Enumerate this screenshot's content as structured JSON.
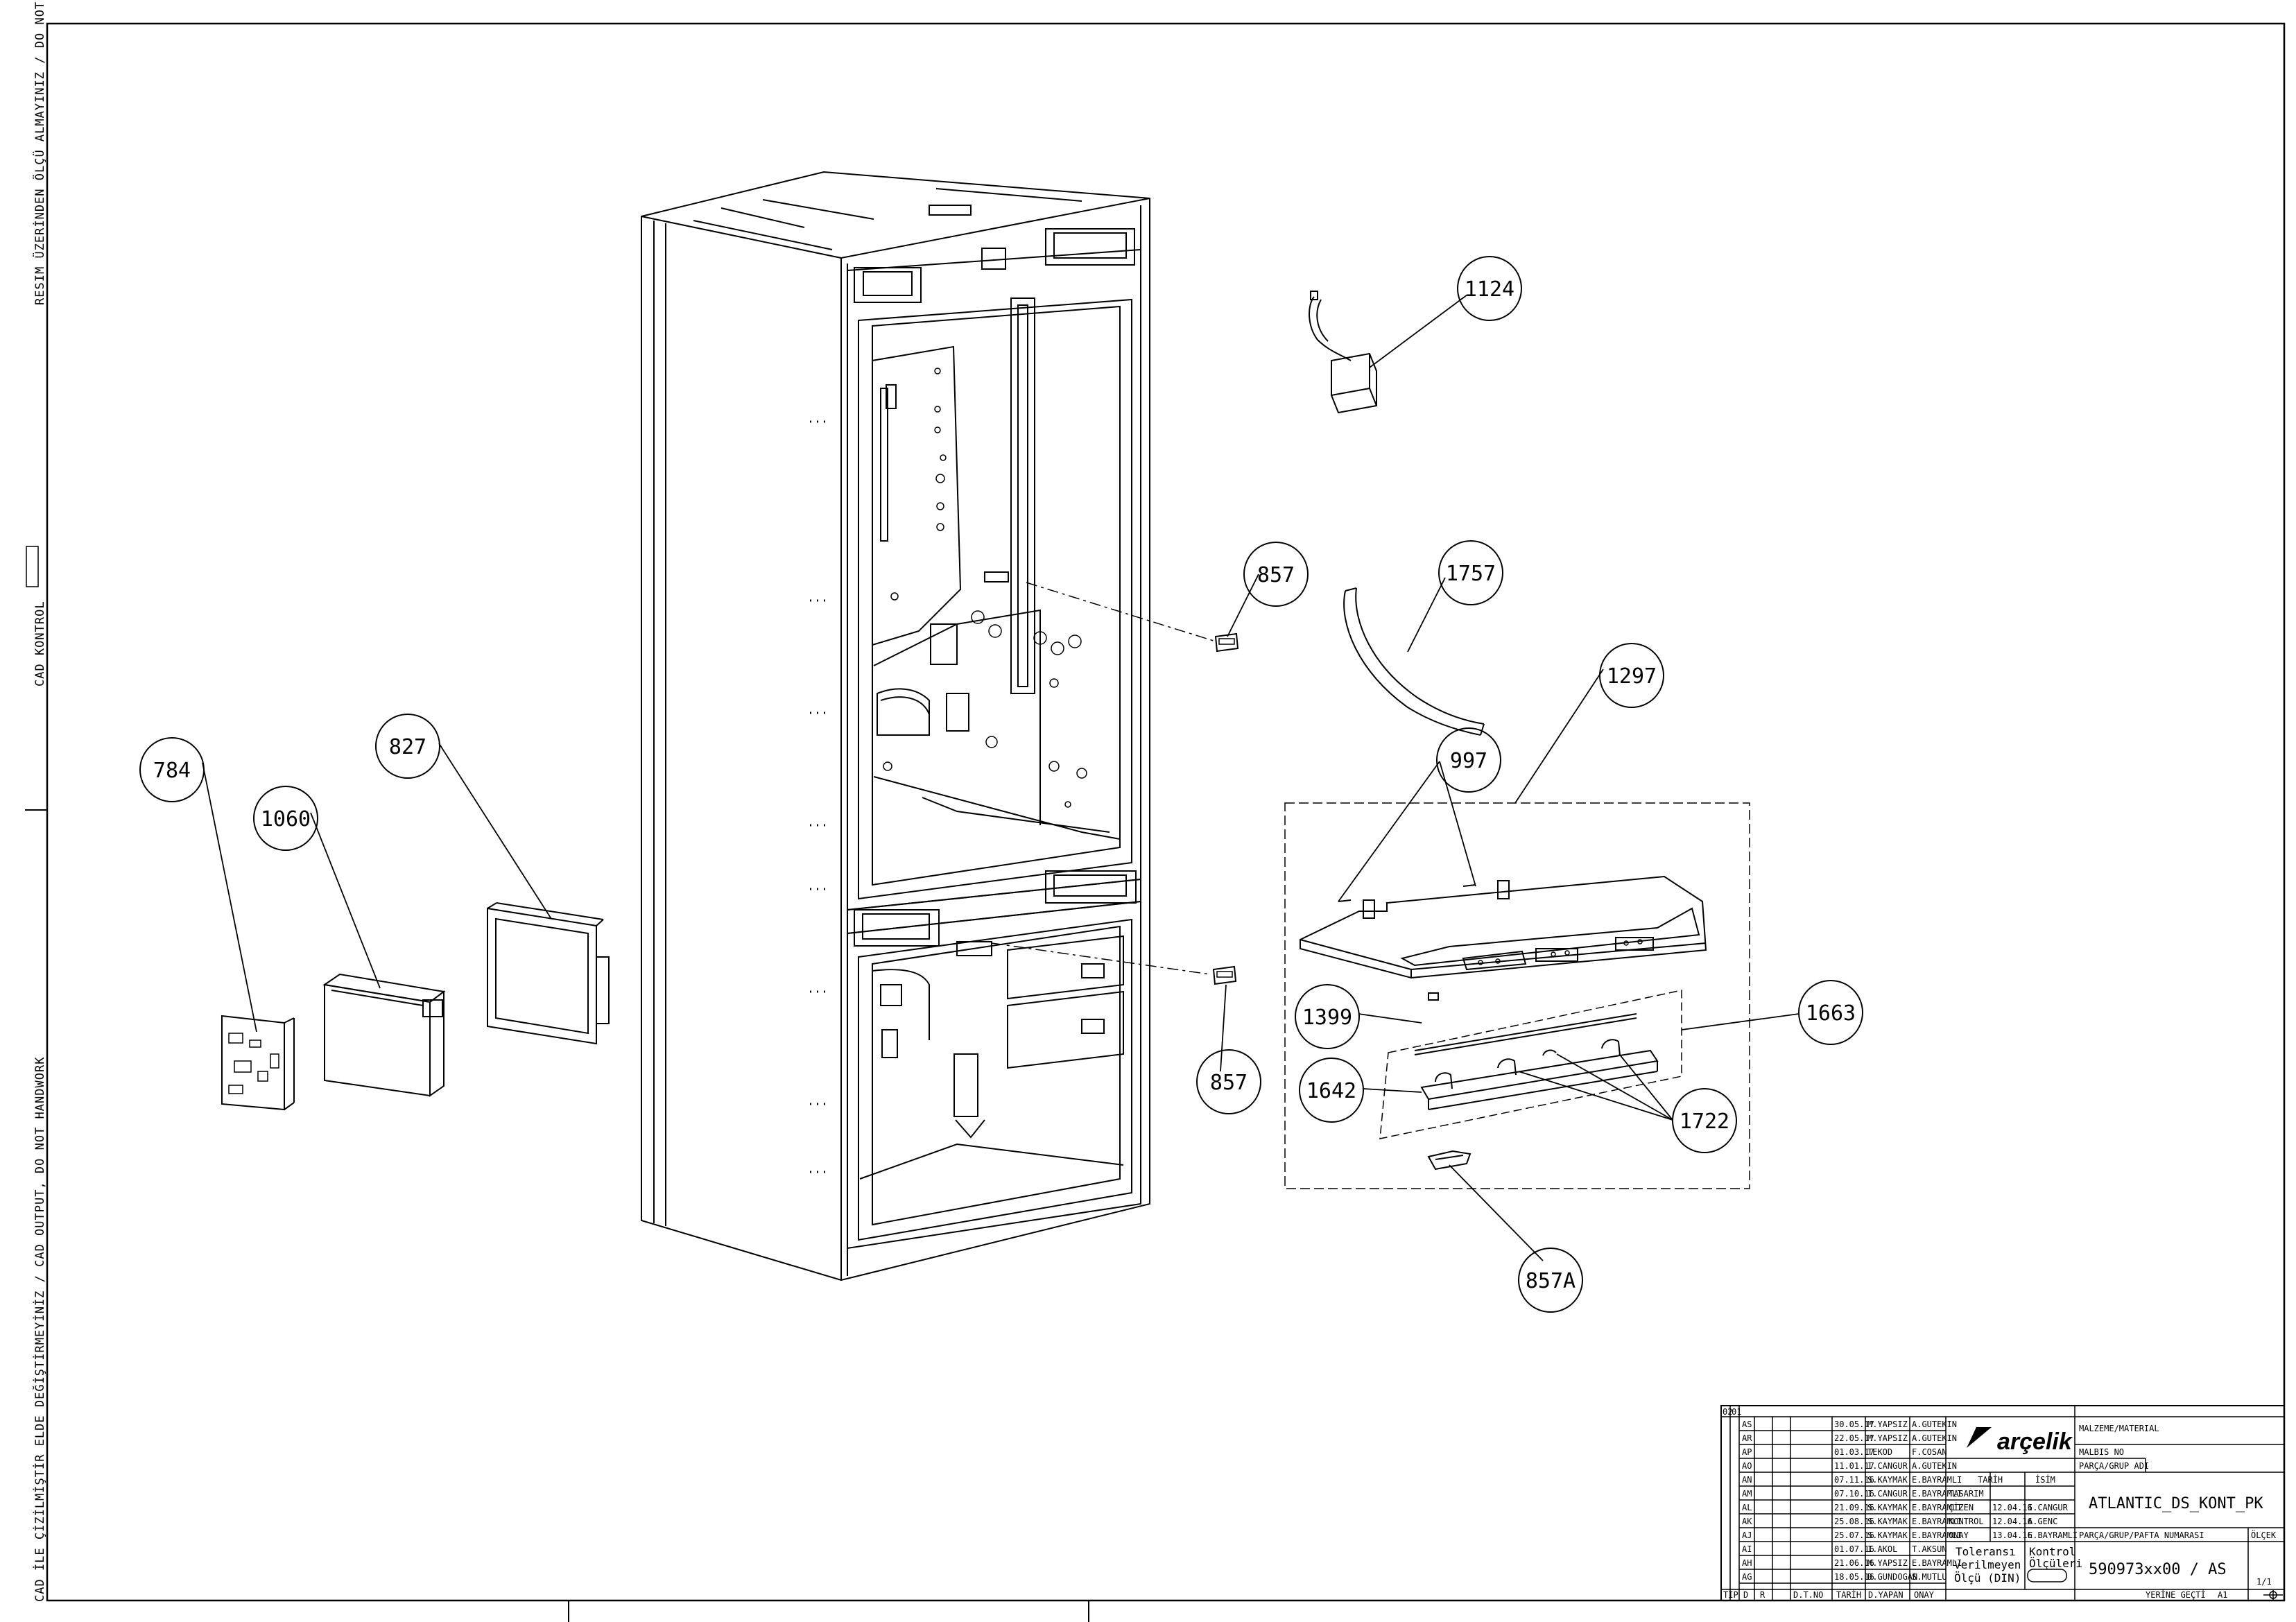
{
  "side_notes": {
    "top": "RESIM ÜZERİNDEN ÖLÇÜ ALMAYINIZ / DO NOT SCALE",
    "middle": "CAD KONTROL",
    "bottom": "CAD İLE ÇİZİLMİŞTİR ELDE DEĞİŞTİRMEYİNİZ / CAD OUTPUT, DO NOT HANDWORK"
  },
  "callouts": {
    "c784": "784",
    "c1060": "1060",
    "c827": "827",
    "c1124": "1124",
    "c857a": "857",
    "c857b": "857",
    "c1757": "1757",
    "c1297": "1297",
    "c997": "997",
    "c1399": "1399",
    "c1663": "1663",
    "c1642": "1642",
    "c1722": "1722",
    "c857A": "857A"
  },
  "title_block": {
    "corner": [
      "02",
      "01"
    ],
    "revisions": [
      [
        "AS",
        "30.05.17",
        "M.YAPSIZ",
        "A.GUTEKIN"
      ],
      [
        "AR",
        "22.05.17",
        "M.YAPSIZ",
        "A.GUTEKIN"
      ],
      [
        "AP",
        "01.03.17",
        "TEKOD",
        "F.COSAN"
      ],
      [
        "AO",
        "11.01.17",
        "I.CANGUR",
        "A.GUTEKIN"
      ],
      [
        "AN",
        "07.11.16",
        "S.KAYMAK",
        "E.BAYRAMLI"
      ],
      [
        "AM",
        "07.10.16",
        "I.CANGUR",
        "E.BAYRAMLI"
      ],
      [
        "AL",
        "21.09.16",
        "S.KAYMAK",
        "E.BAYRAMLI"
      ],
      [
        "AK",
        "25.08.16",
        "S.KAYMAK",
        "E.BAYRAMLI"
      ],
      [
        "AJ",
        "25.07.16",
        "S.KAYMAK",
        "E.BAYRAMLI"
      ],
      [
        "AI",
        "01.07.16",
        "I.AKOL",
        "T.AKSUN"
      ],
      [
        "AH",
        "21.06.16",
        "M.YAPSIZ",
        "E.BAYRAMLI"
      ],
      [
        "AG",
        "18.05.16",
        "D.GUNDOGAN",
        "S.MUTLU"
      ]
    ],
    "footer": [
      "TIP",
      "D",
      "R",
      "D.T.NO",
      "TARİH",
      "D.YAPAN",
      "ONAY"
    ],
    "approval": {
      "hdr_tarih": "TARİH",
      "hdr_isim": "İSİM",
      "tasarim": "TASARIM",
      "cizen": "ÇİZEN",
      "kontrol": "KONTROL",
      "onay": "ONAY",
      "cizen_date": "12.04.16",
      "cizen_name": "I.CANGUR",
      "kontrol_date": "12.04.16",
      "kontrol_name": "A.GENC",
      "onay_date": "13.04.16",
      "onay_name": "E.BAYRAMLI"
    },
    "tolerance": [
      "Toleransı",
      "Verilmeyen",
      "Ölçü (DIN)"
    ],
    "control": [
      "Kontrol",
      "Ölçüleri"
    ],
    "logo": "arçelik",
    "material_label": "MALZEME/MATERIAL",
    "malbis_label": "MALBIS NO",
    "part_group_label": "PARÇA/GRUP ADI",
    "part_name": "ATLANTIC_DS_KONT_PK",
    "part_number_label": "PARÇA/GRUP/PAFTA NUMARASI",
    "scale_label": "ÖLÇEK",
    "part_number": "590973xx00 / AS",
    "scale": "1/1",
    "replaces_label": "YERİNE GEÇTİ",
    "sheet": "A1"
  }
}
